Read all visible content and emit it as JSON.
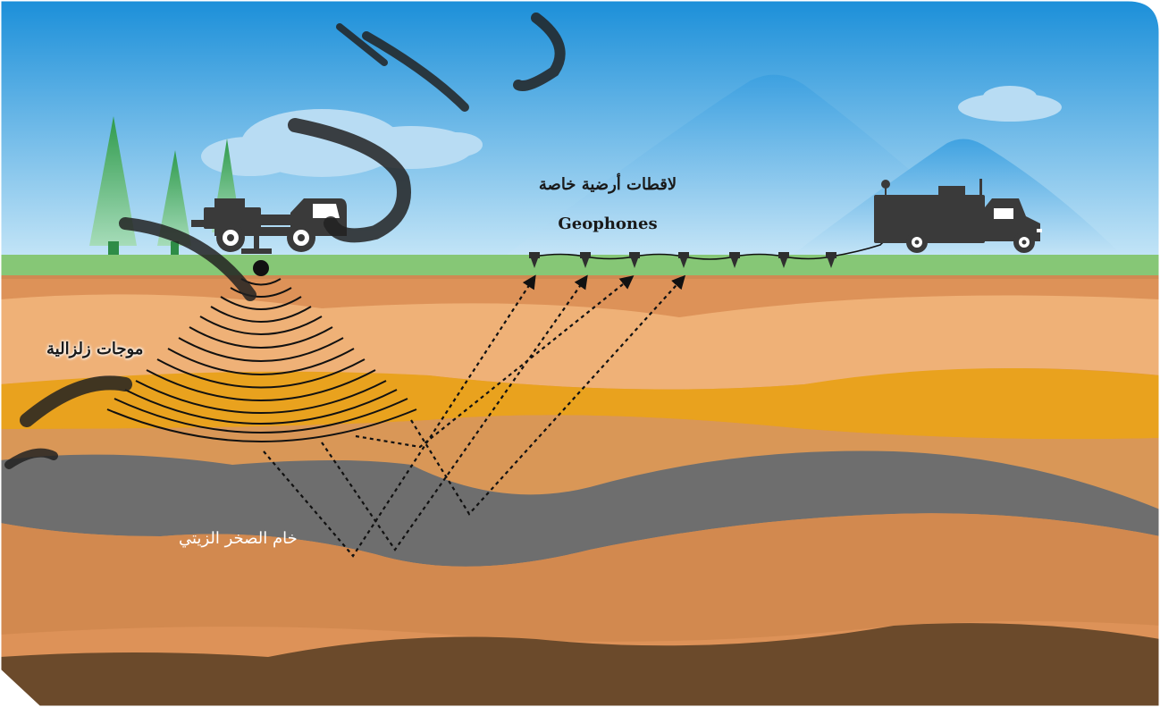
{
  "labels": {
    "geophones_ar": "لاقطات أرضية خاصة",
    "geophones_en": "Geophones",
    "seismic_waves": "موجات زلزالية",
    "oil_shale": "خام الصخر الزيتي"
  },
  "colors": {
    "sky_top": "#1b8fd9",
    "sky_bottom": "#bfe3f7",
    "grass": "#86c776",
    "soil_top": "#dd9258",
    "soil_light": "#efb177",
    "oil_layer": "#e9a21e",
    "shale": "#6e6e6e",
    "bedrock": "#6b4a2b",
    "vehicle": "#3a3a3a"
  }
}
